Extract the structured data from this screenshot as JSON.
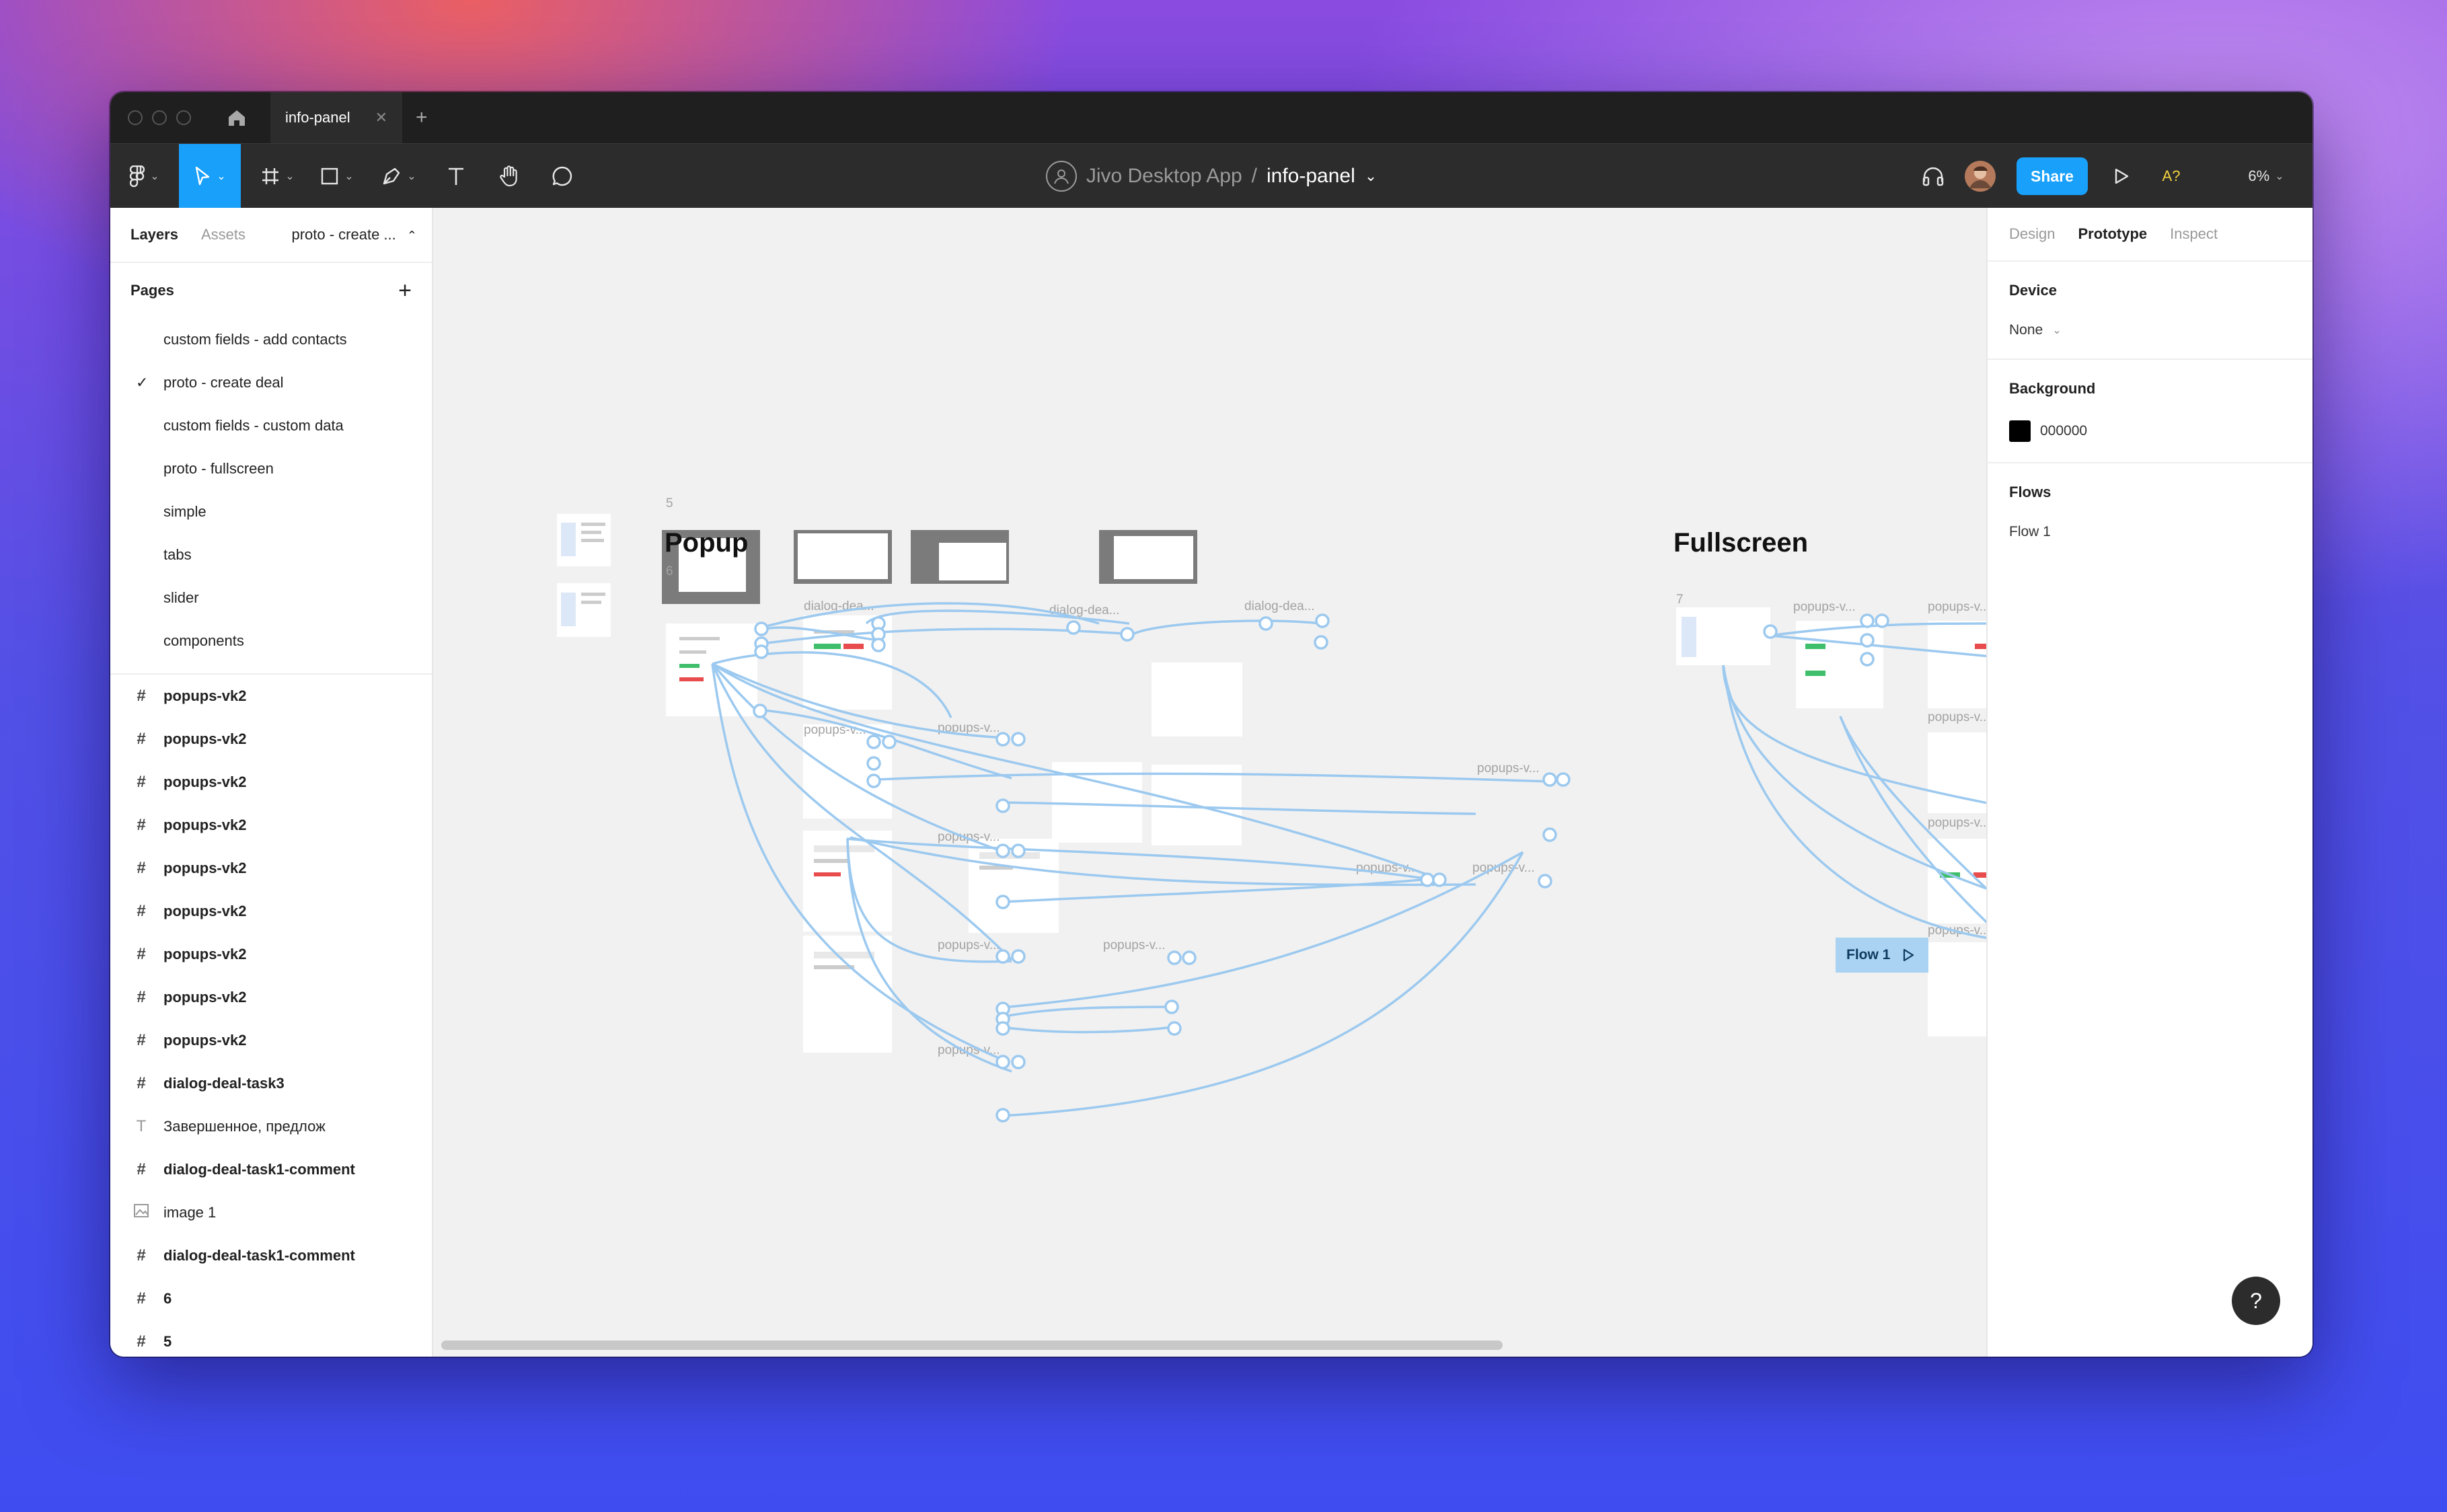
{
  "window": {
    "tab_title": "info-panel",
    "tab_close": "✕",
    "new_tab": "+"
  },
  "toolbar": {
    "project": "Jivo Desktop App",
    "separator": "/",
    "file": "info-panel",
    "share_label": "Share",
    "zoom": "6%",
    "a11y_label": "A?"
  },
  "left_panel": {
    "tabs": [
      "Layers",
      "Assets"
    ],
    "page_selector": "proto - create ...",
    "pages_title": "Pages",
    "pages": [
      {
        "label": "custom fields - add contacts",
        "checked": false
      },
      {
        "label": "proto - create deal",
        "checked": true
      },
      {
        "label": "custom fields - custom data",
        "checked": false
      },
      {
        "label": "proto - fullscreen",
        "checked": false
      },
      {
        "label": "simple",
        "checked": false
      },
      {
        "label": "tabs",
        "checked": false
      },
      {
        "label": "slider",
        "checked": false
      },
      {
        "label": "components",
        "checked": false
      }
    ],
    "layers": [
      {
        "label": "popups-vk2",
        "type": "frame"
      },
      {
        "label": "popups-vk2",
        "type": "frame"
      },
      {
        "label": "popups-vk2",
        "type": "frame"
      },
      {
        "label": "popups-vk2",
        "type": "frame"
      },
      {
        "label": "popups-vk2",
        "type": "frame"
      },
      {
        "label": "popups-vk2",
        "type": "frame"
      },
      {
        "label": "popups-vk2",
        "type": "frame"
      },
      {
        "label": "popups-vk2",
        "type": "frame"
      },
      {
        "label": "popups-vk2",
        "type": "frame"
      },
      {
        "label": "dialog-deal-task3",
        "type": "frame"
      },
      {
        "label": "Завершенное, предлож",
        "type": "text"
      },
      {
        "label": "dialog-deal-task1-comment",
        "type": "frame"
      },
      {
        "label": "image 1",
        "type": "image"
      },
      {
        "label": "dialog-deal-task1-comment",
        "type": "frame"
      },
      {
        "label": "6",
        "type": "frame"
      },
      {
        "label": "5",
        "type": "frame"
      }
    ]
  },
  "right_panel": {
    "tabs": [
      "Design",
      "Prototype",
      "Inspect"
    ],
    "active_tab": "Prototype",
    "device_title": "Device",
    "device_value": "None",
    "background_title": "Background",
    "background_value": "000000",
    "flows_title": "Flows",
    "flows": [
      "Flow 1"
    ]
  },
  "canvas": {
    "section_popup": "Popup",
    "section_fullscreen": "Fullscreen",
    "flow_tag": "Flow 1",
    "frame_labels": {
      "num5": "5",
      "num6": "6",
      "num7": "7",
      "dialog": "dialog-dea...",
      "dialog2": "dialog-dea...",
      "dialog3": "dialog-dea...",
      "popups": "popups-v...",
      "popups_cut": "popu"
    }
  },
  "help_label": "?"
}
